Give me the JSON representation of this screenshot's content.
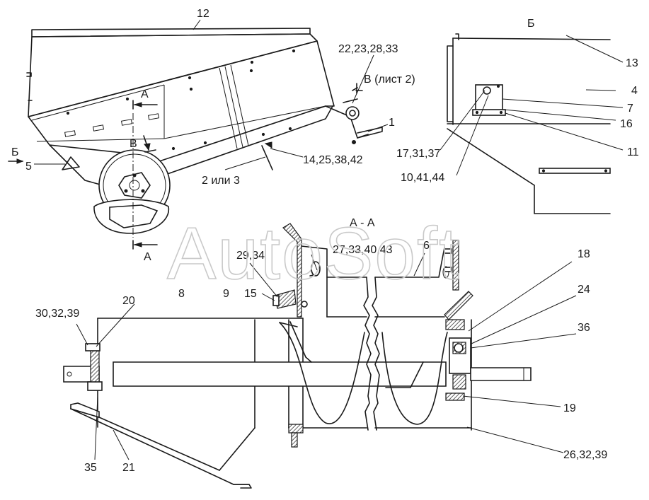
{
  "watermark": "AutoSoft",
  "views": {
    "main": {
      "labels": {
        "l12": "12",
        "l22": "22,23,28,33",
        "l_vlist": "В (лист 2)",
        "l_a_top": "А",
        "l_b_left": "Б",
        "l_v_mid": "В",
        "l5": "5",
        "l1": "1",
        "l14": "14,25,38,42",
        "l2or3": "2 или 3",
        "l_a_bot": "А"
      }
    },
    "view_b": {
      "labels": {
        "title": "Б",
        "l13": "13",
        "l4": "4",
        "l7": "7",
        "l16": "16",
        "l11": "11",
        "l17": "17,31,37",
        "l10": "10,41,44"
      }
    },
    "section_aa": {
      "labels": {
        "title": "А - А",
        "l29": "29,34",
        "l27": "27,33,40,43",
        "l6": "6",
        "l18": "18",
        "l24": "24",
        "l15": "15",
        "l8": "8",
        "l9": "9",
        "l20": "20",
        "l30": "30,32,39",
        "l36": "36",
        "l19": "19",
        "l35": "35",
        "l21": "21",
        "l26": "26,32,39"
      }
    }
  }
}
